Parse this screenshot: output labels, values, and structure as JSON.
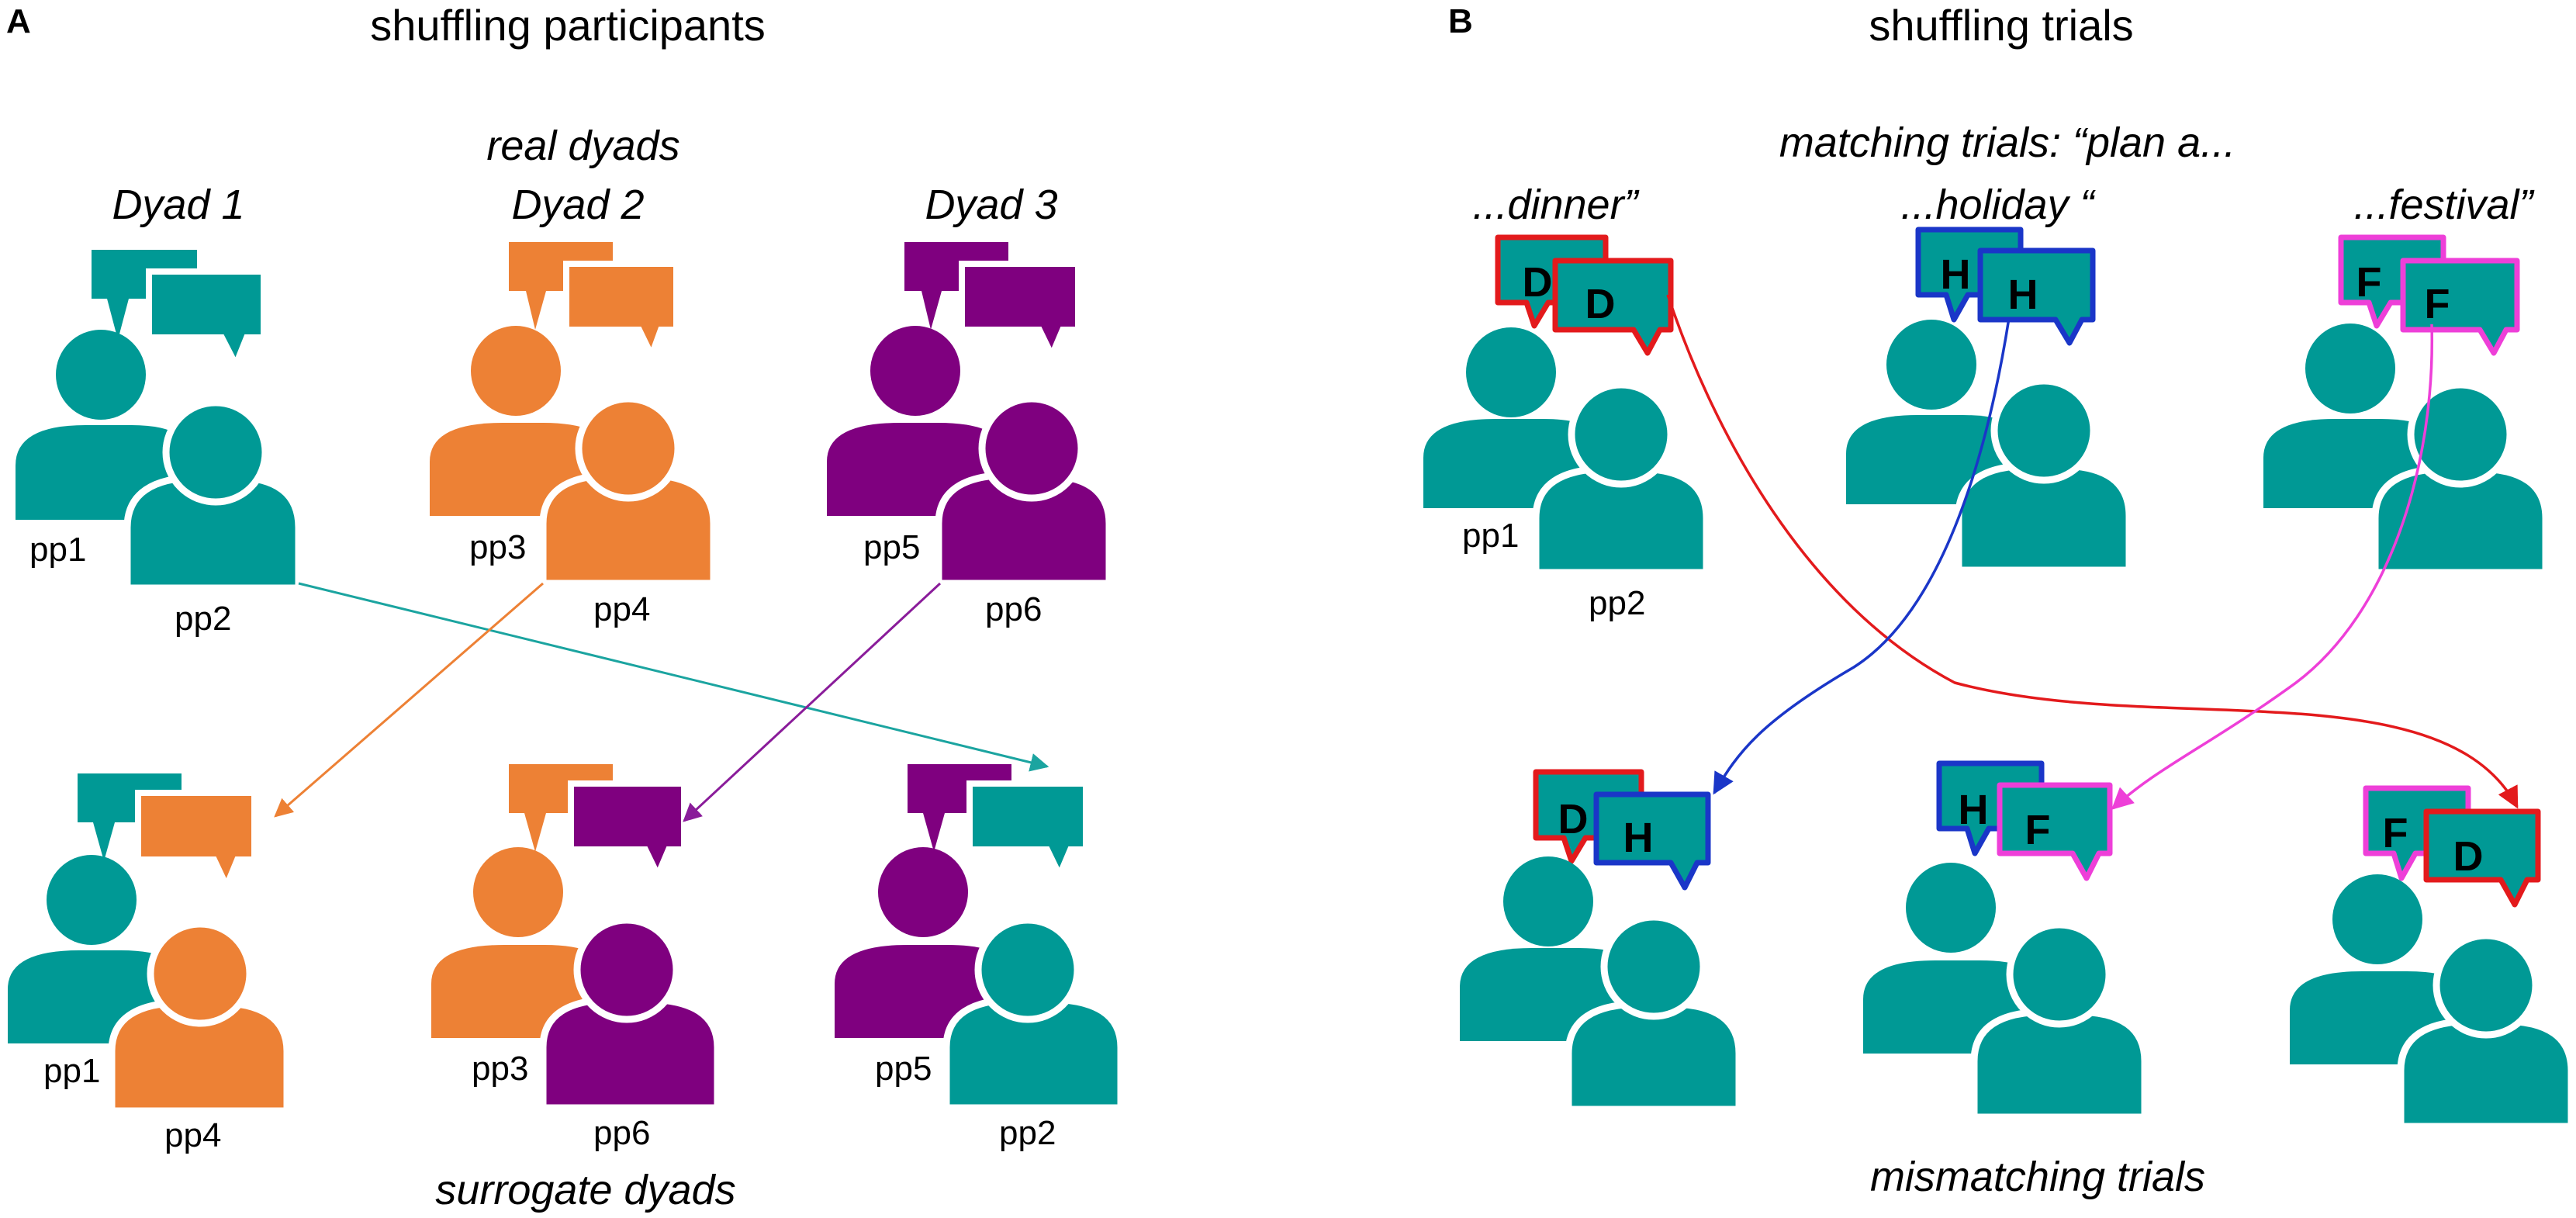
{
  "colors": {
    "teal": "#009995",
    "orange": "#ED8135",
    "purple": "#7F007F",
    "red": "#E31A1C",
    "blue": "#1A36C8",
    "pink": "#EE3FD8",
    "arrow_teal": "#1BA4A0",
    "arrow_orange": "#ED8135",
    "arrow_purple": "#8A1C9A"
  },
  "panel_a": {
    "letter": "A",
    "title": "shuffling participants",
    "real_label": "real dyads",
    "surrogate_label": "surrogate dyads",
    "dyads": [
      {
        "name": "Dyad 1",
        "pp_back": "pp1",
        "pp_front": "pp2"
      },
      {
        "name": "Dyad 2",
        "pp_back": "pp3",
        "pp_front": "pp4"
      },
      {
        "name": "Dyad 3",
        "pp_back": "pp5",
        "pp_front": "pp6"
      }
    ],
    "surrogates": [
      {
        "pp_back": "pp1",
        "pp_front": "pp4"
      },
      {
        "pp_back": "pp3",
        "pp_front": "pp6"
      },
      {
        "pp_back": "pp5",
        "pp_front": "pp2"
      }
    ]
  },
  "panel_b": {
    "letter": "B",
    "title": "shuffling trials",
    "matching_label": "matching trials: “plan a...",
    "trial_labels": [
      "...dinner”",
      "...holiday “",
      "...festival”"
    ],
    "pp_back": "pp1",
    "pp_front": "pp2",
    "mismatching_label": "mismatching trials",
    "matching_letters": [
      [
        "D",
        "D"
      ],
      [
        "H",
        "H"
      ],
      [
        "F",
        "F"
      ]
    ],
    "mismatching_letters": [
      [
        "D",
        "H"
      ],
      [
        "H",
        "F"
      ],
      [
        "F",
        "D"
      ]
    ]
  },
  "icons": [
    "person-icon",
    "speech-bubble-icon",
    "arrow-icon"
  ]
}
